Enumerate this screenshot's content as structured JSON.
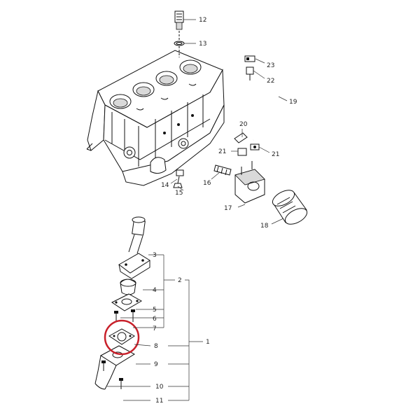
{
  "diagram": {
    "callouts": [
      "1",
      "2",
      "3",
      "4",
      "5",
      "6",
      "7",
      "8",
      "9",
      "10",
      "11",
      "12",
      "13",
      "14",
      "15",
      "16",
      "17",
      "18",
      "19",
      "20",
      "21",
      "21",
      "22",
      "23"
    ],
    "highlight_color": "#c8202a",
    "line_color": "#111111",
    "background": "#ffffff"
  }
}
